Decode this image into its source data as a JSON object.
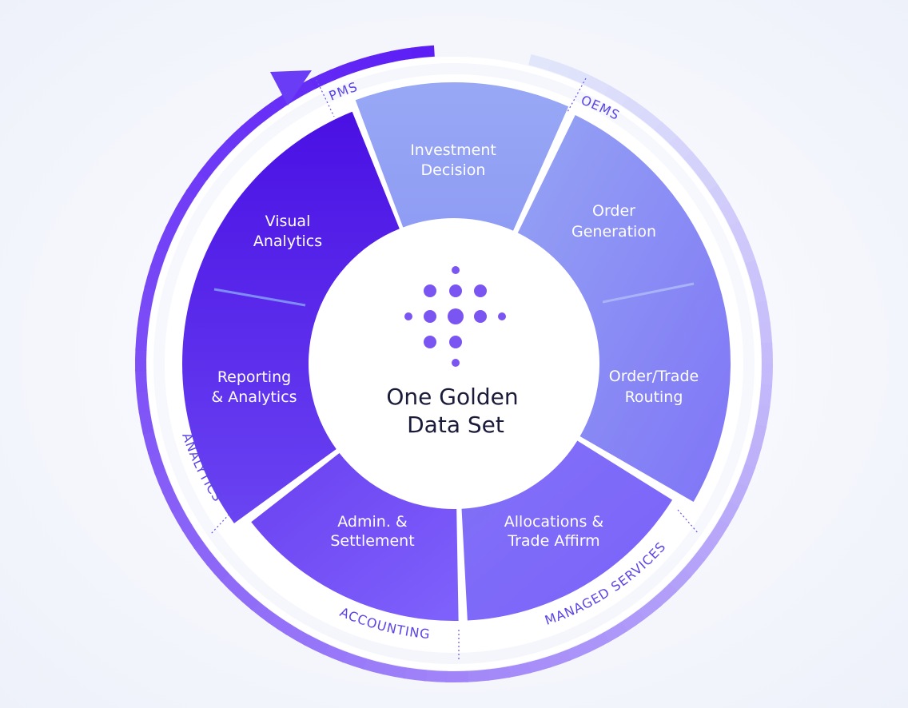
{
  "center": {
    "title_line1": "One Golden",
    "title_line2": "Data Set",
    "logo_icon": "dot-cross-icon"
  },
  "segments": [
    {
      "id": "investment-decision",
      "line1": "Investment",
      "line2": "Decision"
    },
    {
      "id": "order-generation",
      "line1": "Order",
      "line2": "Generation"
    },
    {
      "id": "order-trade-routing",
      "line1": "Order/Trade",
      "line2": "Routing"
    },
    {
      "id": "allocations-trade-affirm",
      "line1": "Allocations &",
      "line2": "Trade Affirm"
    },
    {
      "id": "admin-settlement",
      "line1": "Admin. &",
      "line2": "Settlement"
    },
    {
      "id": "reporting-analytics",
      "line1": "Reporting",
      "line2": "& Analytics"
    },
    {
      "id": "visual-analytics",
      "line1": "Visual",
      "line2": "Analytics"
    }
  ],
  "ring_labels": {
    "pms": "PMS",
    "oems": "OEMS",
    "managed_services": "MANAGED SERVICES",
    "accounting": "ACCOUNTING",
    "analytics": "ANALYTICS"
  },
  "colors": {
    "accent": "#5b45e6",
    "light_segment": "#95a3f4",
    "dark_segment": "#4a12e6",
    "arrow_start": "#5a1cf5",
    "arrow_end": "#dfe3fb"
  }
}
